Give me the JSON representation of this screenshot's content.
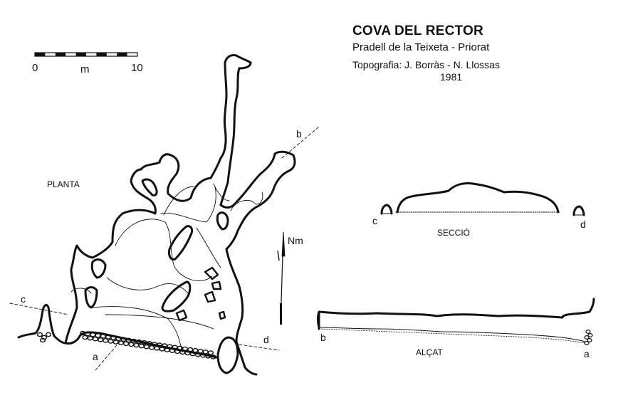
{
  "header": {
    "title": "COVA DEL RECTOR",
    "location": "Pradell de la Teixeta - Priorat",
    "survey": "Topografia: J. Borràs - N. Llossas",
    "year": "1981"
  },
  "scale": {
    "min_label": "0",
    "unit_label": "m",
    "max_label": "10"
  },
  "north": {
    "label": "Nm"
  },
  "views": {
    "plan_label": "PLANTA",
    "section_label": "SECCIÓ",
    "elevation_label": "ALÇAT"
  },
  "points": {
    "a": "a",
    "b": "b",
    "c": "c",
    "d": "d"
  }
}
